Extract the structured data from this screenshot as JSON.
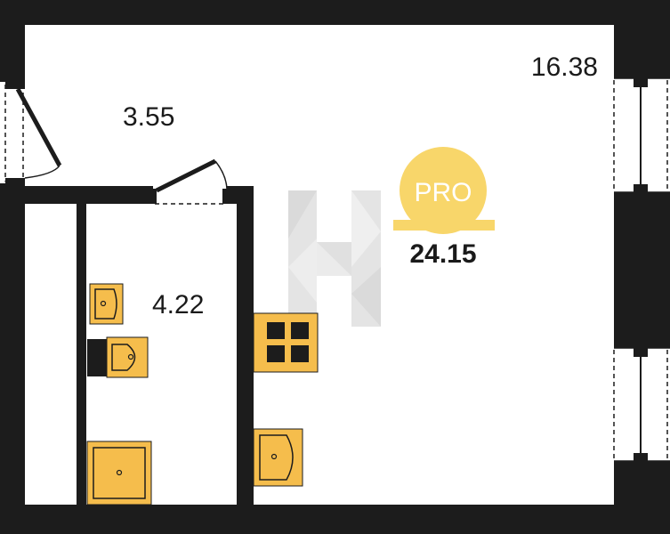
{
  "plan": {
    "areas": {
      "main_room": "16.38",
      "hallway": "3.55",
      "bathroom": "4.22",
      "total": "24.15"
    },
    "badge": {
      "text": "PRO"
    },
    "colors": {
      "wall": "#1c1c1c",
      "fixture": "#f5bd4c",
      "badge": "#f8d66a",
      "watermark": "#d8d8d8",
      "background": "#ffffff"
    },
    "icons": [
      "door-icon",
      "window-icon",
      "sink-icon",
      "toilet-icon",
      "shower-tray-icon",
      "stove-icon",
      "watermark-logo-icon"
    ]
  }
}
